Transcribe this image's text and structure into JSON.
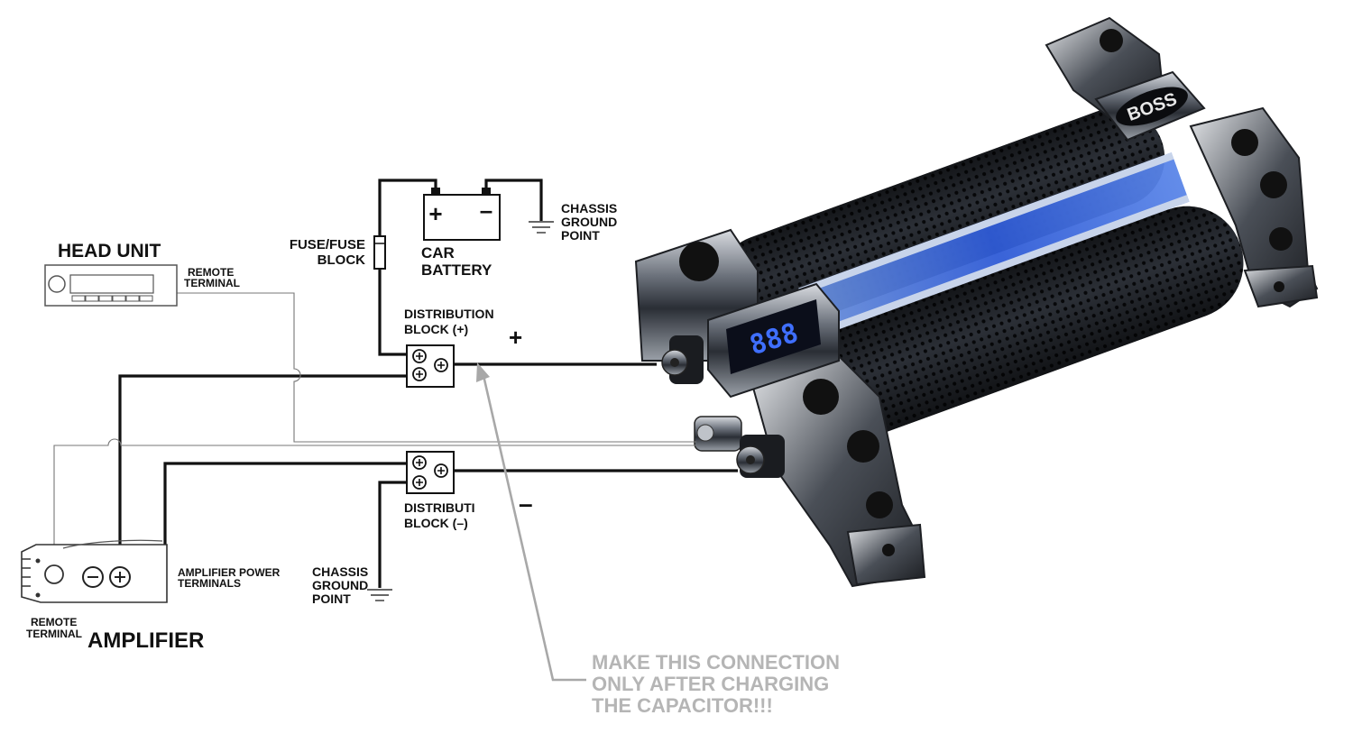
{
  "labels": {
    "head_unit": "HEAD UNIT",
    "remote_terminal_top": [
      "REMOTE",
      "TERMINAL"
    ],
    "fuse_block": [
      "FUSE/FUSE",
      "BLOCK"
    ],
    "car_battery": [
      "CAR",
      "BATTERY"
    ],
    "chassis_ground_top": [
      "CHASSIS",
      "GROUND",
      "POINT"
    ],
    "distribution_pos": [
      "DISTRIBUTION",
      "BLOCK (+)"
    ],
    "distribution_neg": [
      "DISTRIBUTI",
      "BLOCK (–)"
    ],
    "chassis_ground_bottom": [
      "CHASSIS",
      "GROUND",
      "POINT"
    ],
    "amp_power_terminals": [
      "AMPLIFIER POWER",
      "TERMINALS"
    ],
    "remote_terminal_bottom": [
      "REMOTE",
      "TERMINAL"
    ],
    "amplifier": "AMPLIFIER",
    "plus_sign": "+",
    "minus_sign": "–",
    "battery_plus": "+",
    "battery_minus": "–",
    "warning": [
      "MAKE THIS CONNECTION",
      "ONLY AFTER CHARGING",
      "THE CAPACITOR!!!"
    ]
  },
  "capacitor": {
    "brand": "BOSS",
    "display": "888",
    "display_color": "#3f6fff",
    "glow_color": "#2f5bd6"
  },
  "colors": {
    "wire": "#111111",
    "note": "#b5b5b5"
  }
}
